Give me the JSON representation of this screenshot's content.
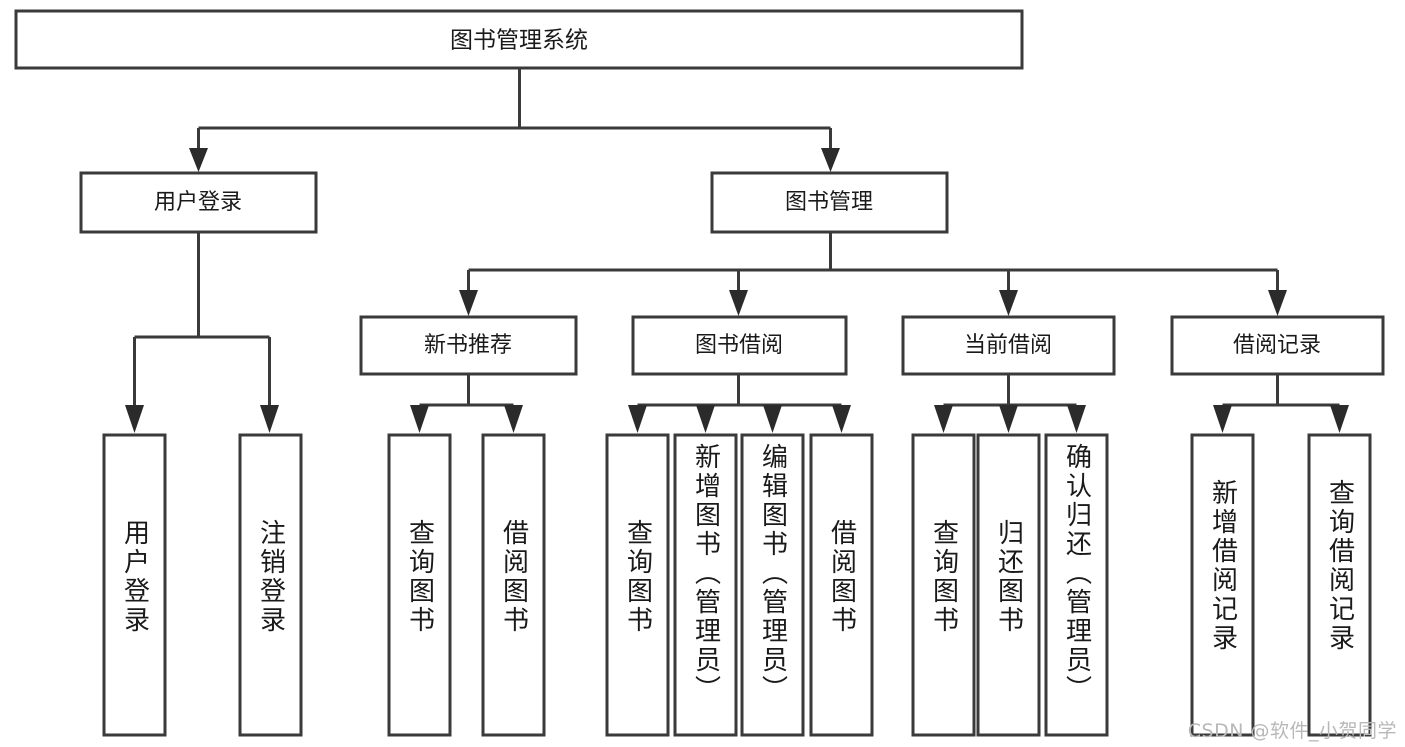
{
  "diagram": {
    "type": "hierarchy-tree",
    "title": "图书管理系统",
    "root": {
      "id": "root",
      "label": "图书管理系统",
      "orientation": "horizontal"
    },
    "level2": [
      {
        "id": "user-login",
        "label": "用户登录",
        "orientation": "horizontal"
      },
      {
        "id": "book-management",
        "label": "图书管理",
        "orientation": "horizontal"
      }
    ],
    "level3": [
      {
        "id": "new-book-recommend",
        "label": "新书推荐",
        "orientation": "horizontal",
        "parent": "book-management"
      },
      {
        "id": "book-borrow",
        "label": "图书借阅",
        "orientation": "horizontal",
        "parent": "book-management"
      },
      {
        "id": "current-borrow",
        "label": "当前借阅",
        "orientation": "horizontal",
        "parent": "book-management"
      },
      {
        "id": "borrow-record",
        "label": "借阅记录",
        "orientation": "horizontal",
        "parent": "book-management"
      }
    ],
    "leaves": [
      {
        "id": "leaf-user-login",
        "label": "用户登录",
        "parent": "user-login",
        "orientation": "vertical"
      },
      {
        "id": "leaf-user-logout",
        "label": "注销登录",
        "parent": "user-login",
        "orientation": "vertical"
      },
      {
        "id": "leaf-query-book-1",
        "label": "查询图书",
        "parent": "new-book-recommend",
        "orientation": "vertical"
      },
      {
        "id": "leaf-borrow-book-1",
        "label": "借阅图书",
        "parent": "new-book-recommend",
        "orientation": "vertical"
      },
      {
        "id": "leaf-query-book-2",
        "label": "查询图书",
        "parent": "book-borrow",
        "orientation": "vertical"
      },
      {
        "id": "leaf-add-book",
        "label": "新增图书（管理员）",
        "parent": "book-borrow",
        "orientation": "vertical"
      },
      {
        "id": "leaf-edit-book",
        "label": "编辑图书（管理员）",
        "parent": "book-borrow",
        "orientation": "vertical"
      },
      {
        "id": "leaf-borrow-book-2",
        "label": "借阅图书",
        "parent": "book-borrow",
        "orientation": "vertical"
      },
      {
        "id": "leaf-query-book-3",
        "label": "查询图书",
        "parent": "current-borrow",
        "orientation": "vertical"
      },
      {
        "id": "leaf-return-book",
        "label": "归还图书",
        "parent": "current-borrow",
        "orientation": "vertical"
      },
      {
        "id": "leaf-confirm-return",
        "label": "确认归还（管理员）",
        "parent": "current-borrow",
        "orientation": "vertical"
      },
      {
        "id": "leaf-add-record",
        "label": "新增借阅记录",
        "parent": "borrow-record",
        "orientation": "vertical"
      },
      {
        "id": "leaf-query-record",
        "label": "查询借阅记录",
        "parent": "borrow-record",
        "orientation": "vertical"
      }
    ],
    "colors": {
      "box_stroke": "#3a3a3a",
      "box_fill": "#ffffff",
      "connector": "#3a3a3a",
      "text": "#1a1a1a",
      "background": "#ffffff",
      "watermark": "#b8b8b8"
    }
  },
  "watermark": {
    "text": "CSDN @软件_小贺同学"
  }
}
